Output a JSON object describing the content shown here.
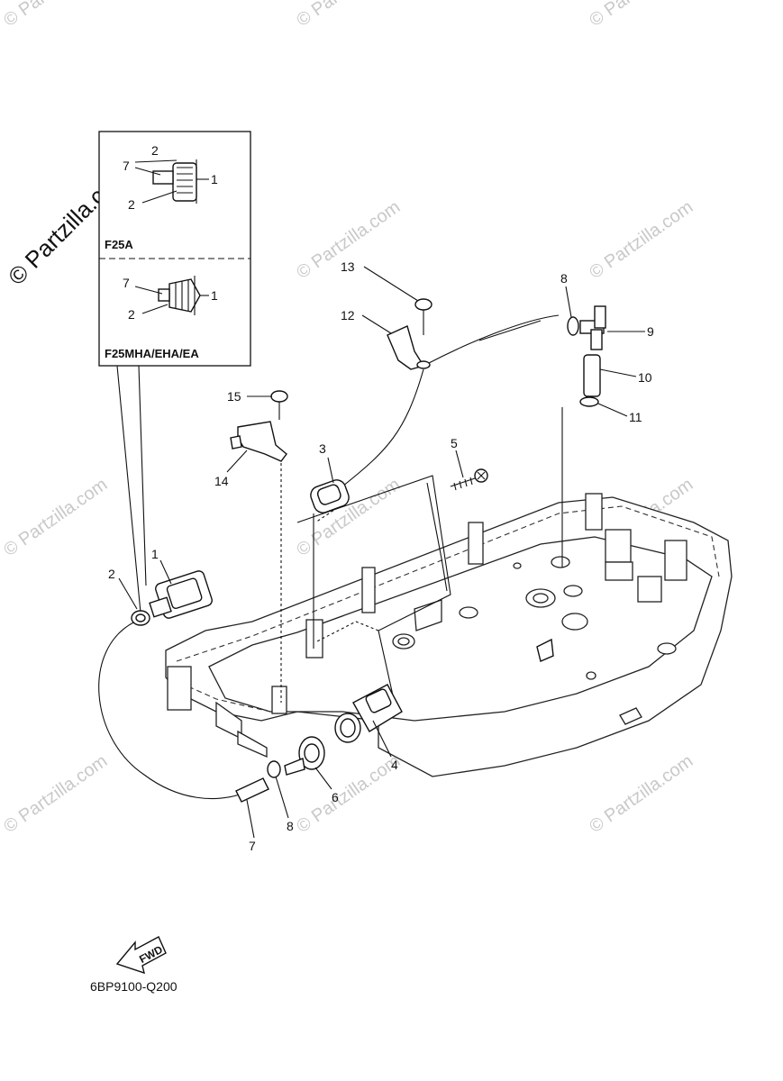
{
  "watermarks": {
    "main": "© Partzilla.com",
    "tile": "© Partzilla.com"
  },
  "inset": {
    "top_label": "F25A",
    "bottom_label": "F25MHA/EHA/EA",
    "top_callouts": [
      "7",
      "2",
      "2",
      "1"
    ],
    "bottom_callouts": [
      "7",
      "2",
      "1"
    ]
  },
  "callouts": {
    "c1": "1",
    "c2": "2",
    "c3": "3",
    "c4": "4",
    "c5": "5",
    "c6": "6",
    "c7": "7",
    "c8a": "8",
    "c8b": "8",
    "c9": "9",
    "c10": "10",
    "c11": "11",
    "c12": "12",
    "c13": "13",
    "c14": "14",
    "c15": "15"
  },
  "fwd_label": "FWD",
  "drawing_code": "6BP9100-Q200",
  "icons": [
    "fwd-arrow-icon"
  ]
}
